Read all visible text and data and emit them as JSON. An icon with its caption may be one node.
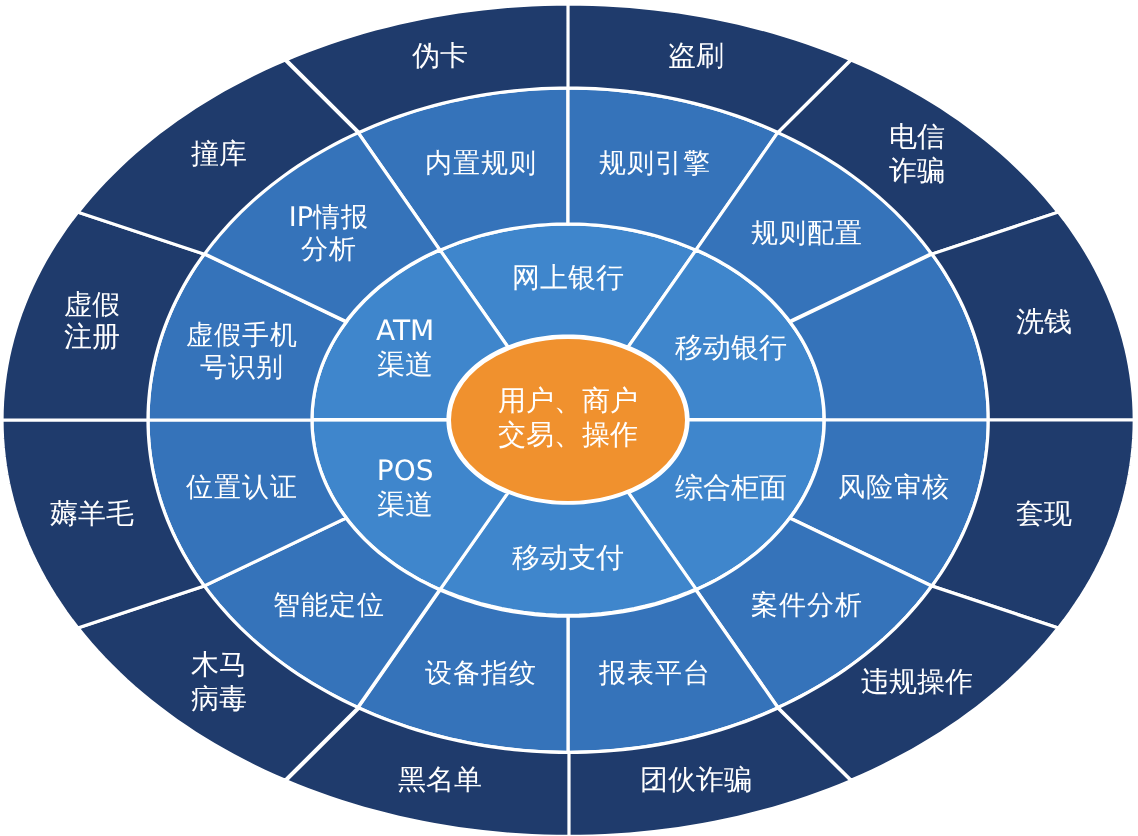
{
  "diagram": {
    "nodes": [
      {
        "text": [
          "用户、商户交易、操作"
        ]
      },
      {
        "text": [
          "网上银行"
        ]
      },
      {
        "text": [
          "移动银行"
        ]
      },
      {
        "text": [
          "综合柜面"
        ]
      },
      {
        "text": [
          "移动支付"
        ]
      },
      {
        "text": [
          "POS 渠道"
        ]
      },
      {
        "text": [
          "ATM 渠道"
        ]
      },
      {
        "text": [
          "内置规则"
        ]
      },
      {
        "text": [
          "规则引擎"
        ]
      },
      {
        "text": [
          "规则配置"
        ]
      },
      {
        "text": [],
        "shape": "segment"
      },
      {
        "text": [
          "风险审核"
        ]
      },
      {
        "text": [
          "案件分析"
        ]
      },
      {
        "text": [
          "报表平台"
        ]
      },
      {
        "text": [
          "设备指纹"
        ]
      },
      {
        "text": [
          "智能定位"
        ]
      },
      {
        "text": [
          "位置认证"
        ]
      },
      {
        "text": [
          "虚假手机号识别"
        ]
      },
      {
        "text": [
          "IP情报分析"
        ]
      },
      {
        "text": [
          "伪卡"
        ]
      },
      {
        "text": [
          "盗刷"
        ]
      },
      {
        "text": [
          "电信诈骗"
        ]
      },
      {
        "text": [
          "洗钱"
        ]
      },
      {
        "text": [
          "套现"
        ]
      },
      {
        "text": [
          "违规操作"
        ]
      },
      {
        "text": [
          "团伙诈骗"
        ]
      },
      {
        "text": [
          "黑名单"
        ]
      },
      {
        "text": [
          "木马病毒"
        ]
      },
      {
        "text": [
          "薅羊毛"
        ]
      },
      {
        "text": [
          "虚假注册"
        ]
      },
      {
        "text": [
          "撞库"
        ]
      }
    ]
  }
}
